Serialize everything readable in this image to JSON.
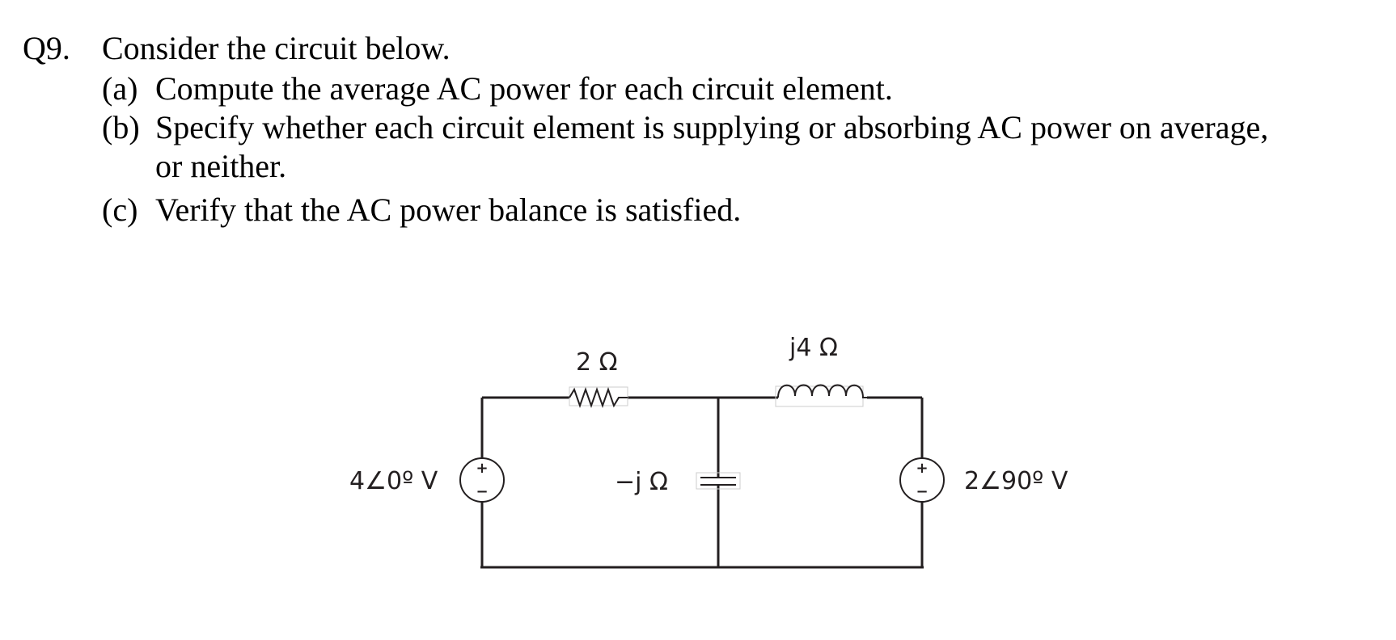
{
  "question": {
    "number": "Q9.",
    "stem": "Consider the circuit below.",
    "parts": [
      {
        "letter": "(a)",
        "text": "Compute the average AC power for each circuit element."
      },
      {
        "letter": "(b)",
        "text": "Specify whether each circuit element is supplying or absorbing AC power on average,",
        "continuation": "or neither."
      },
      {
        "letter": "(c)",
        "text": "Verify that the AC power balance is satisfied."
      }
    ]
  },
  "circuit": {
    "left_source_label": "4∠0º V",
    "resistor_label": "2 Ω",
    "capacitor_label": "−j Ω",
    "inductor_label": "j4 Ω",
    "right_source_label": "2∠90º V",
    "plus_sign": "+",
    "minus_sign": "−"
  }
}
